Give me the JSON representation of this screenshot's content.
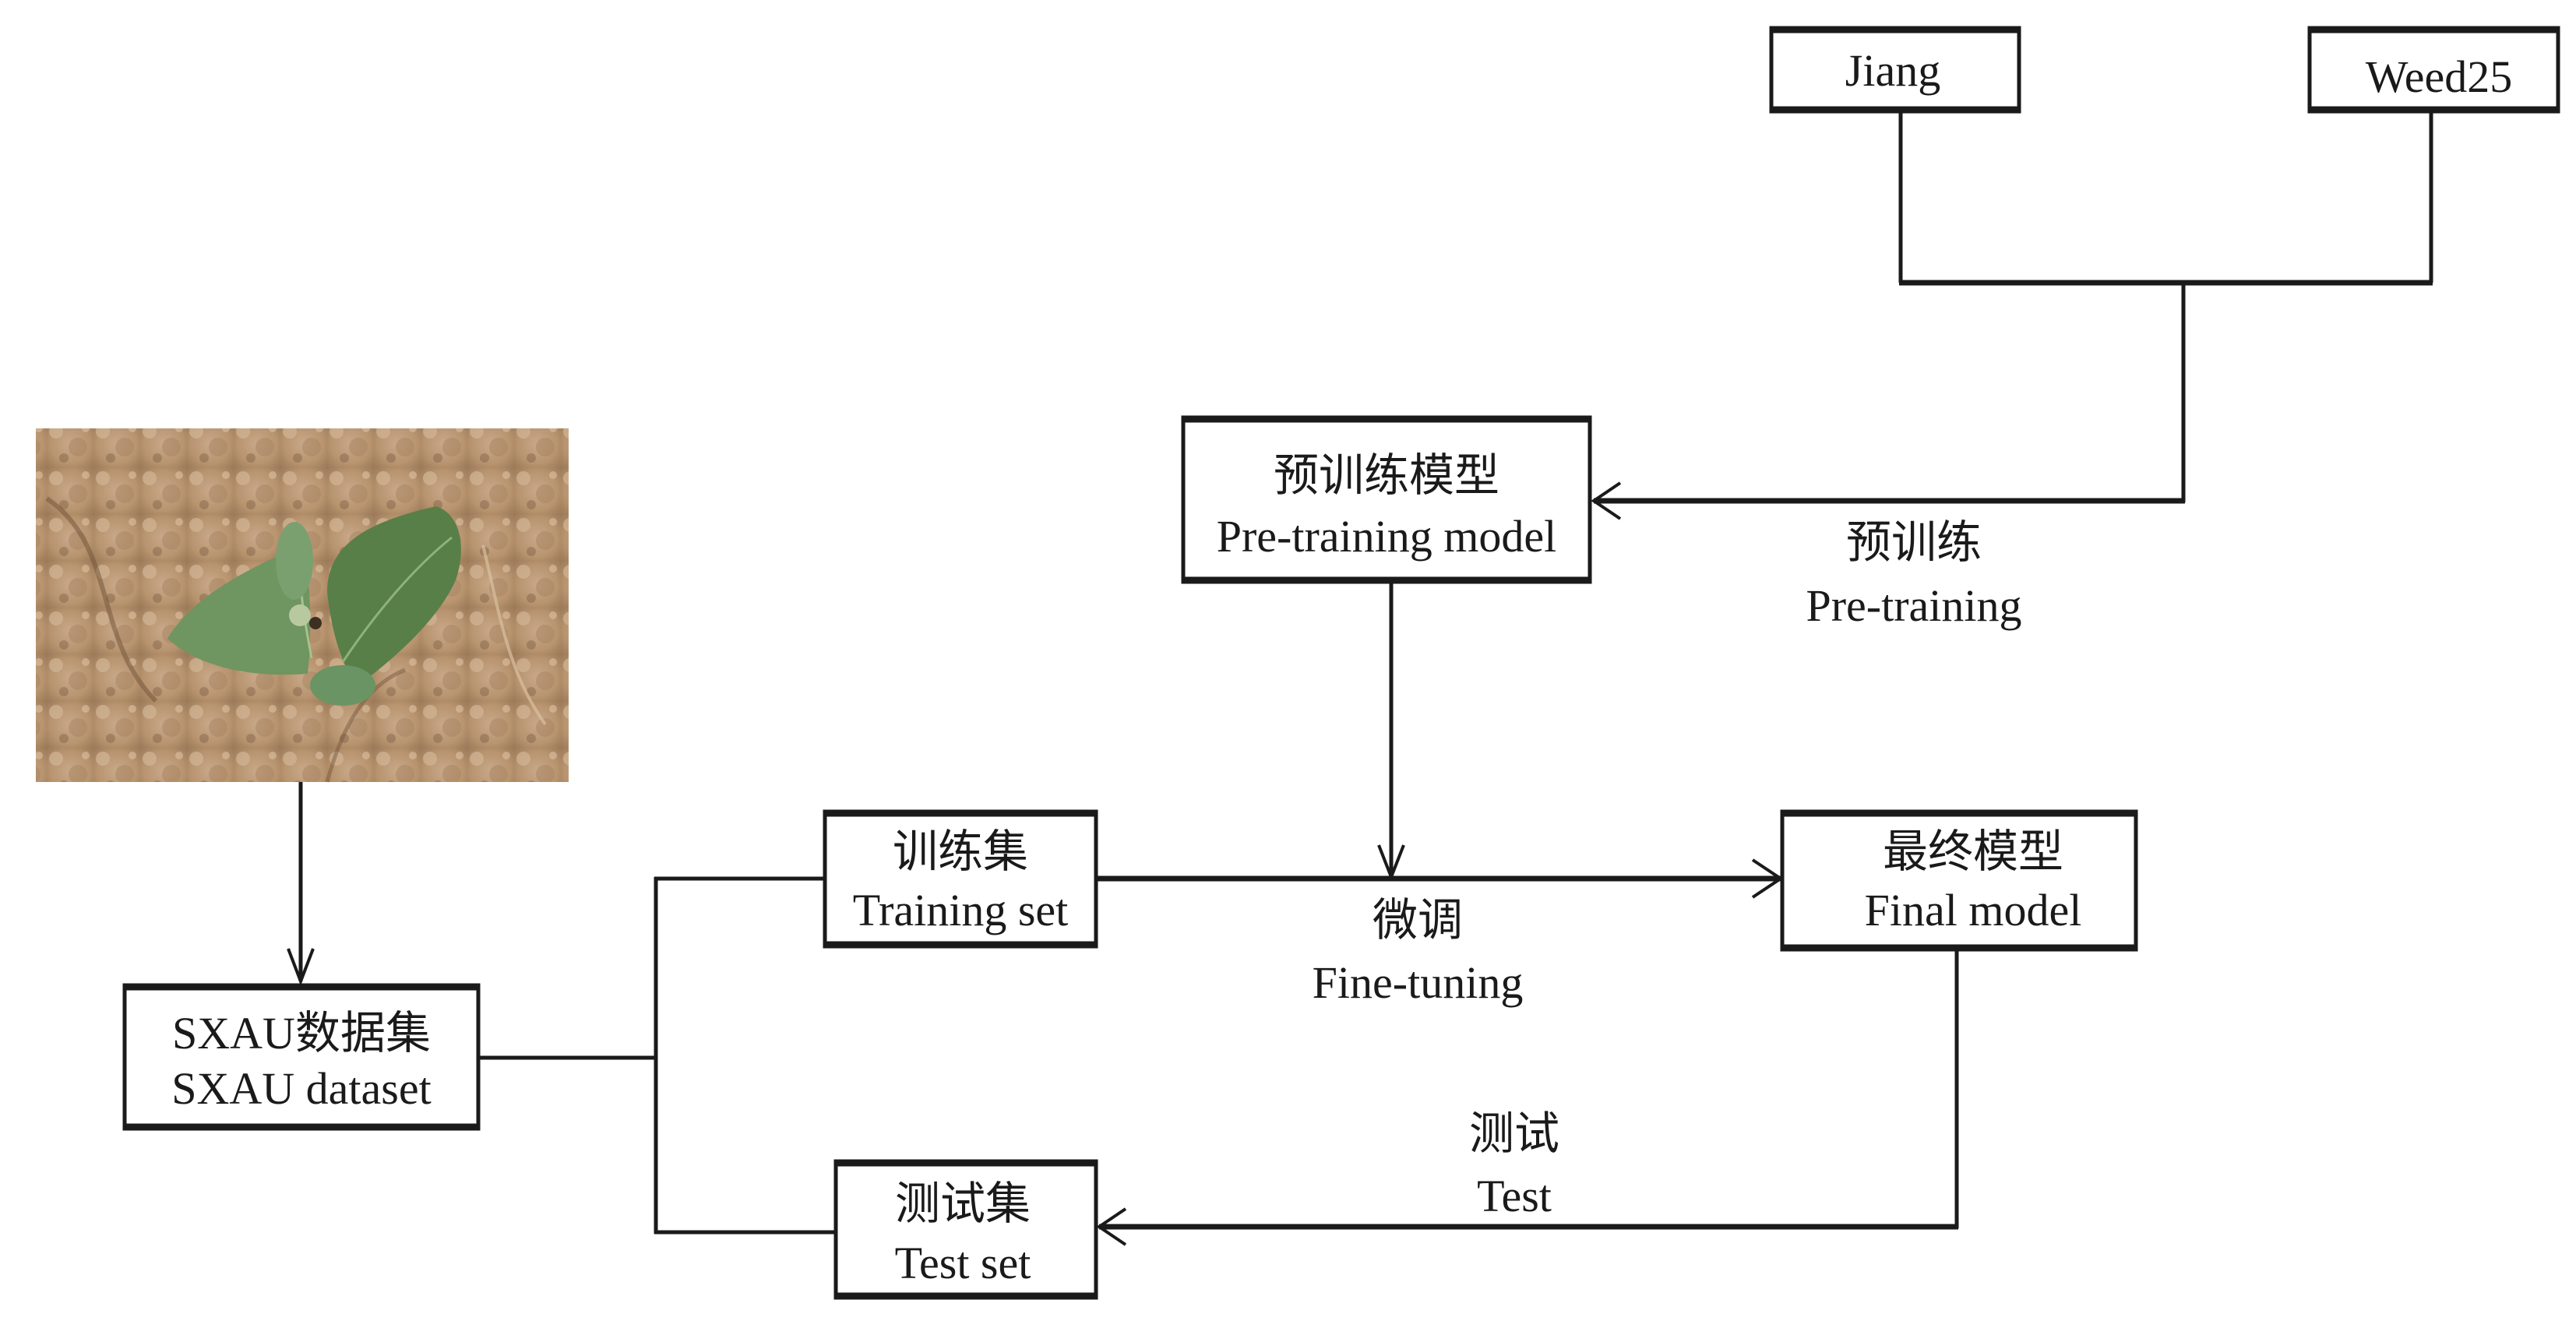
{
  "diagram": {
    "type": "flowchart",
    "nodes": {
      "jiang": {
        "label": "Jiang"
      },
      "weed25": {
        "label": "Weed25"
      },
      "pretrain_model": {
        "label_zh": "预训练模型",
        "label_en": "Pre-training model"
      },
      "photo": {
        "description": "Soybean seedling in soil"
      },
      "sxau_dataset": {
        "label_zh": "SXAU数据集",
        "label_en": "SXAU dataset"
      },
      "training_set": {
        "label_zh": "训练集",
        "label_en": "Training set"
      },
      "test_set": {
        "label_zh": "测试集",
        "label_en": "Test set"
      },
      "final_model": {
        "label_zh": "最终模型",
        "label_en": "Final model"
      }
    },
    "edges": {
      "pretraining": {
        "label_zh": "预训练",
        "label_en": "Pre-training"
      },
      "finetuning": {
        "label_zh": "微调",
        "label_en": "Fine-tuning"
      },
      "test": {
        "label_zh": "测试",
        "label_en": "Test"
      }
    },
    "connections": [
      {
        "from": "jiang",
        "to": "pretrain_model",
        "via": "pretraining"
      },
      {
        "from": "weed25",
        "to": "pretrain_model",
        "via": "pretraining"
      },
      {
        "from": "photo",
        "to": "sxau_dataset"
      },
      {
        "from": "sxau_dataset",
        "to": "training_set"
      },
      {
        "from": "sxau_dataset",
        "to": "test_set"
      },
      {
        "from": "training_set",
        "to": "final_model",
        "via": "finetuning"
      },
      {
        "from": "pretrain_model",
        "to": "finetuning"
      },
      {
        "from": "final_model",
        "to": "test_set",
        "via": "test"
      }
    ]
  }
}
